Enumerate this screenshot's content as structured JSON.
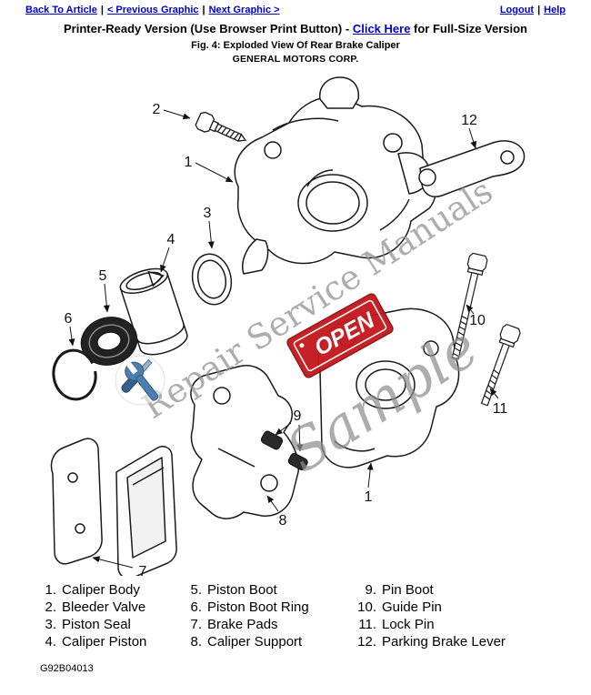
{
  "nav": {
    "back_to_article": "Back To Article",
    "previous_graphic": "< Previous Graphic",
    "next_graphic": "Next Graphic >",
    "logout": "Logout",
    "help": "Help",
    "separator": "|"
  },
  "header": {
    "printer_prefix": "Printer-Ready Version (Use Browser Print Button) - ",
    "click_here_label": "Click Here",
    "printer_suffix": " for Full-Size Version",
    "fig_caption": "Fig. 4: Exploded View Of Rear Brake Caliper",
    "manufacturer": "GENERAL MOTORS CORP."
  },
  "diagram": {
    "callouts": {
      "c1a": "1",
      "c1b": "1",
      "c2": "2",
      "c3": "3",
      "c4": "4",
      "c5": "5",
      "c6": "6",
      "c7": "7",
      "c8": "8",
      "c9": "9",
      "c10": "10",
      "c11": "11",
      "c12": "12"
    },
    "watermark_line1": "Repair Service Manuals",
    "watermark_line2": "Sample",
    "open_stamp_label": "OPEN",
    "colors": {
      "link_blue": "#0000cc",
      "watermark_gray": "#8e8e8e",
      "open_stamp_red": "#c4161c",
      "tool_icon_blue": "#4d7fae"
    }
  },
  "legend": {
    "columns": [
      {
        "items": [
          {
            "num": "1.",
            "label": "Caliper Body"
          },
          {
            "num": "2.",
            "label": "Bleeder Valve"
          },
          {
            "num": "3.",
            "label": "Piston Seal"
          },
          {
            "num": "4.",
            "label": "Caliper Piston"
          }
        ]
      },
      {
        "items": [
          {
            "num": "5.",
            "label": "Piston Boot"
          },
          {
            "num": "6.",
            "label": "Piston Boot Ring"
          },
          {
            "num": "7.",
            "label": "Brake Pads"
          },
          {
            "num": "8.",
            "label": "Caliper Support"
          }
        ]
      },
      {
        "items": [
          {
            "num": "9.",
            "label": "Pin Boot"
          },
          {
            "num": "10.",
            "label": "Guide Pin"
          },
          {
            "num": "11.",
            "label": "Lock Pin"
          },
          {
            "num": "12.",
            "label": "Parking Brake Lever"
          }
        ]
      }
    ]
  },
  "footer": {
    "figure_id": "G92B04013"
  }
}
